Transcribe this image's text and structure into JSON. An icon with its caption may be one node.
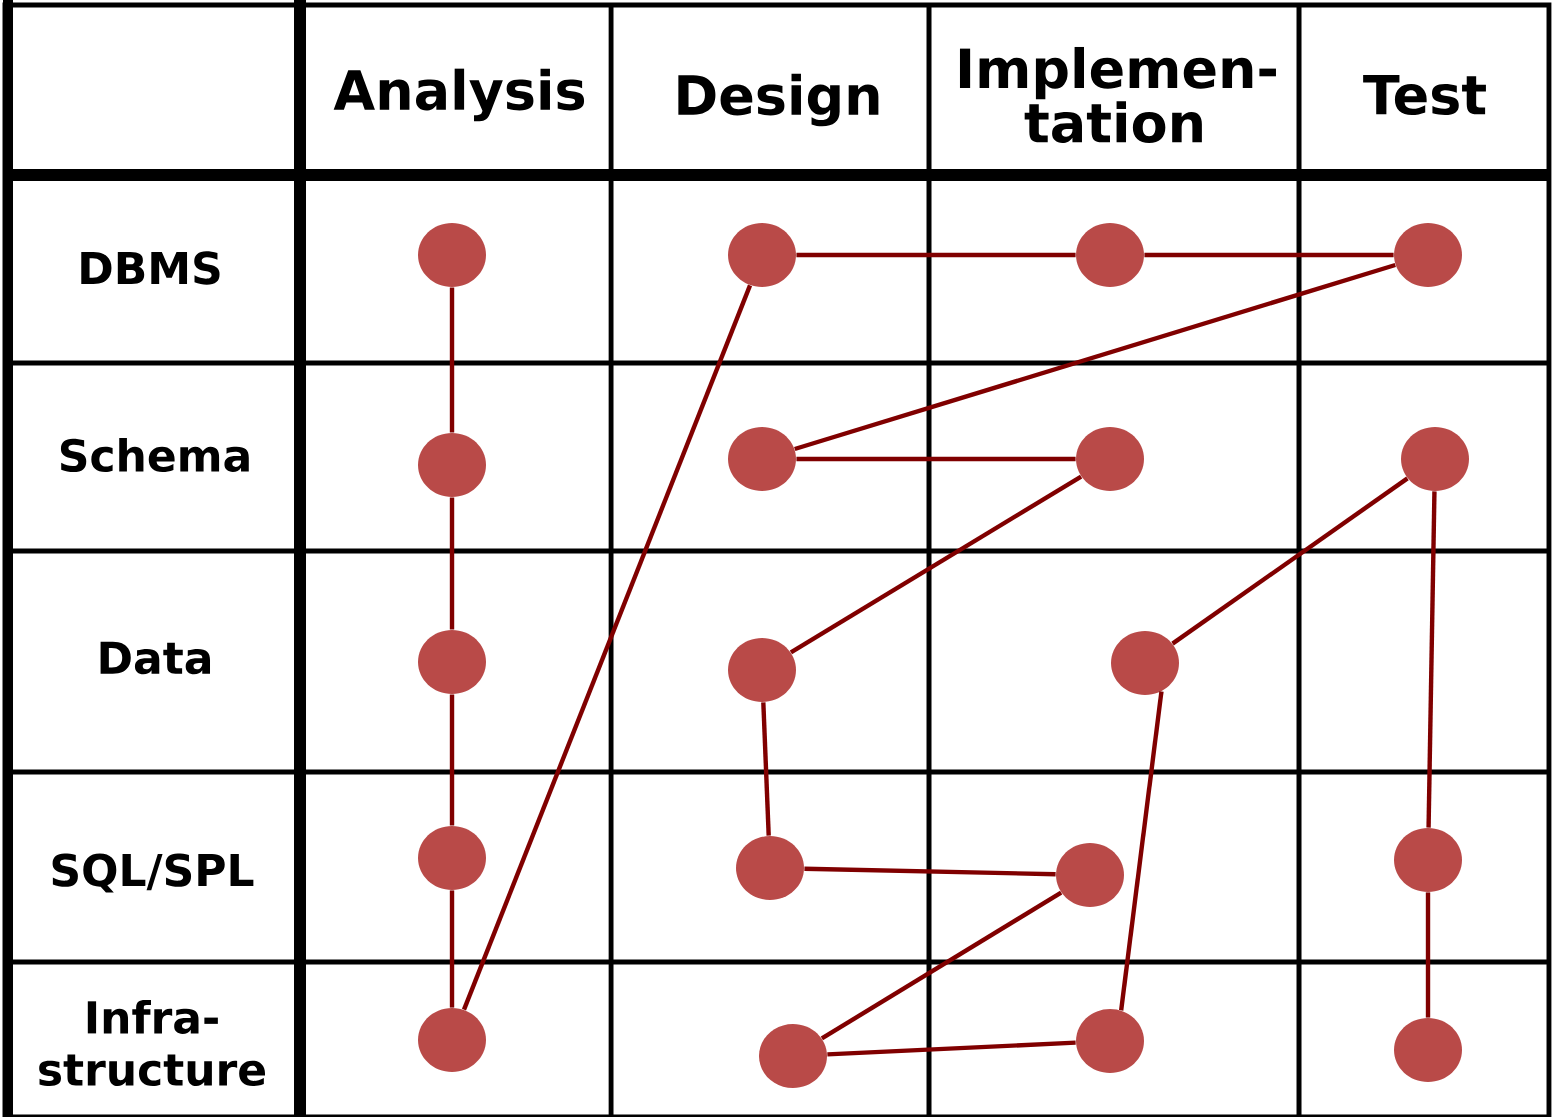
{
  "diagram": {
    "nodes": [
      {
        "text": [],
        "shape": "circle"
      },
      {
        "text": [],
        "shape": "circle"
      },
      {
        "text": [],
        "shape": "circle"
      },
      {
        "text": [],
        "shape": "circle"
      },
      {
        "text": [],
        "shape": "circle"
      },
      {
        "text": [],
        "shape": "circle"
      },
      {
        "text": [],
        "shape": "circle"
      },
      {
        "text": [],
        "shape": "circle"
      },
      {
        "text": [],
        "shape": "circle"
      },
      {
        "text": [],
        "shape": "circle"
      },
      {
        "text": [],
        "shape": "circle"
      },
      {
        "text": [],
        "shape": "circle"
      },
      {
        "text": [],
        "shape": "circle"
      },
      {
        "text": [],
        "shape": "circle"
      },
      {
        "text": [],
        "shape": "circle"
      },
      {
        "text": [],
        "shape": "circle"
      },
      {
        "text": [],
        "shape": "circle"
      },
      {
        "text": [],
        "shape": "circle"
      },
      {
        "text": [],
        "shape": "circle"
      }
    ],
    "edges": [
      {
        "from": 0,
        "to": 4,
        "arrow": "none"
      },
      {
        "from": 4,
        "to": 8,
        "arrow": "none"
      },
      {
        "from": 8,
        "to": 11,
        "arrow": "none"
      },
      {
        "from": 11,
        "to": 15,
        "arrow": "none"
      },
      {
        "from": 15,
        "to": 1,
        "arrow": "none"
      },
      {
        "from": 1,
        "to": 2,
        "arrow": "none"
      },
      {
        "from": 2,
        "to": 3,
        "arrow": "none"
      },
      {
        "from": 3,
        "to": 5,
        "arrow": "none"
      },
      {
        "from": 5,
        "to": 6,
        "arrow": "none"
      },
      {
        "from": 6,
        "to": 9,
        "arrow": "none"
      },
      {
        "from": 9,
        "to": 12,
        "arrow": "none"
      },
      {
        "from": 12,
        "to": 13,
        "arrow": "none"
      },
      {
        "from": 13,
        "to": 16,
        "arrow": "none"
      },
      {
        "from": 16,
        "to": 17,
        "arrow": "none"
      },
      {
        "from": 17,
        "to": 10,
        "arrow": "none"
      },
      {
        "from": 10,
        "to": 7,
        "arrow": "none"
      },
      {
        "from": 7,
        "to": 14,
        "arrow": "none"
      },
      {
        "from": 14,
        "to": 18,
        "arrow": "none"
      }
    ],
    "labels": [
      "Analysis",
      "Design",
      "Implemen- tation",
      "Test",
      "DBMS",
      "Schema",
      "Data",
      "SQL/SPL",
      "Infra- structure"
    ]
  }
}
